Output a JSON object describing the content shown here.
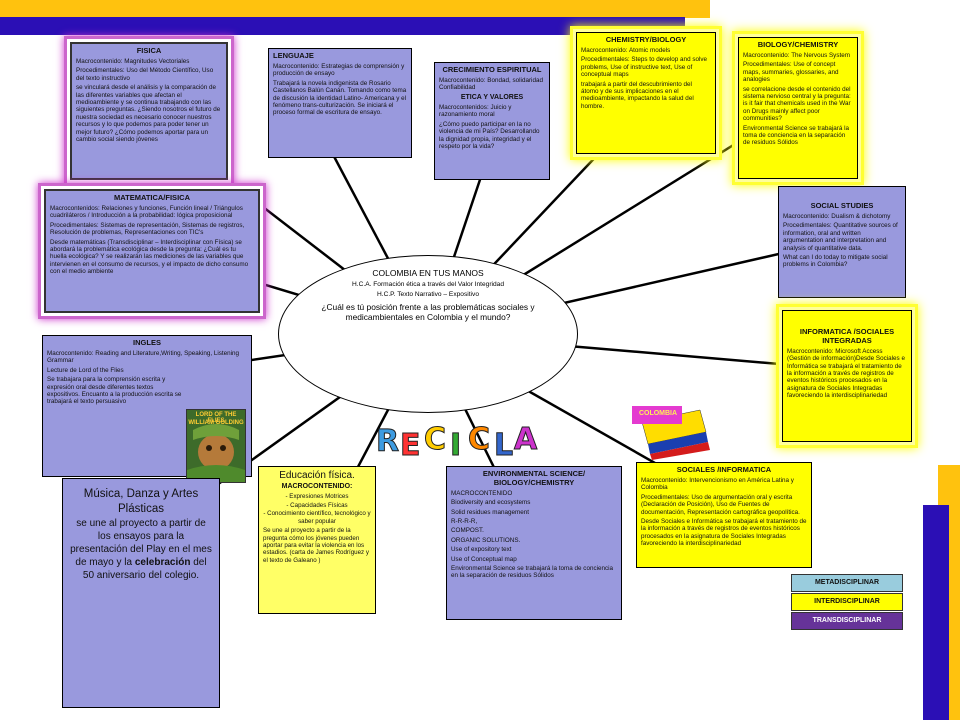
{
  "center": {
    "title": "COLOMBIA EN TUS MANOS",
    "line1": "H.C.A. Formación ética a través del Valor Integridad",
    "line2": "H.C.P. Texto Narrativo – Expositivo",
    "question": "¿Cuál es tú posición frente a las problemáticas sociales y medicambientales en Colombia y el mundo?"
  },
  "fisica": {
    "title": "FISICA",
    "lines": [
      "Macrocontenido: Magnitudes Vectoriales",
      "Procedimentales: Uso del Método Científico, Uso del texto instructivo",
      "se vinculará desde el análisis y la comparación de las diferentes variables que afectan el medioambiente y se continua trabajando con las siguientes preguntas. ¿Siendo nosotros el futuro de nuestra sociedad es necesario conocer nuestros recursos y lo que podemos para poder tener un mejor futuro? ¿Cómo podemos aportar para un cambio social siendo jóvenes"
    ]
  },
  "lenguaje": {
    "title": "LENGUAJE",
    "lines": [
      "Macrocontenido: Estrategias de comprensión y producción de ensayo",
      "Trabajará la novela indigenista de Rosario Castellanos Balún Canán. Tomando como tema de discusión la identidad Latino- Americana y el fenómeno trans-culturización. Se iniciará el proceso formal de escritura de ensayo."
    ]
  },
  "crecimiento": {
    "title": "CRECIMIENTO ESPIRITUAL",
    "lines": [
      "Macrocontenido: Bondad, solidaridad Confiabilidad",
      "ETICA Y VALORES",
      "Macrocontenidos: Juicio y razonamiento moral",
      "¿Cómo puedo participar en la no violencia de mi País? Desarrollando la dignidad propia, integridad y el respeto por la vida?"
    ]
  },
  "chembio": {
    "title": "CHEMISTRY/BIOLOGY",
    "lines": [
      "Macrocontenido: Atomic models",
      "Procedimentales: Steps to develop and solve problems, Use of instructive text, Use of conceptual maps",
      "trabajará a partir del descubrimiento del átomo y de sus implicaciones en el medioambiente, impactando la salud del hombre."
    ]
  },
  "biochem": {
    "title": "BIOLOGY/CHEMISTRY",
    "lines": [
      "Macrocontenido: The Nervous System",
      "Procedimentales: Use of concept maps, summaries, glossaries, and analogies",
      "se correlacione desde el contenido del sistema nervioso central y la pregunta: is it fair that chemicals used in the War on Drugs mainly affect poor communities?",
      "Environmental Science se trabajará la toma de conciencia en la separación de residuos Sólidos"
    ]
  },
  "matematica": {
    "title": "MATEMATICA/FISICA",
    "lines": [
      "Macrocontenidos: Relaciones y funciones, Función lineal / Triángulos cuadriláteros / Introducción a la probabilidad: lógica proposicional",
      "Procedimentales: Sistemas de representación, Sistemas de registros, Resolución de problemas, Representaciones con TIC's",
      "Desde matemáticas (Transdisciplinar – Interdisciplinar con Física) se abordará la problemática ecológica desde la pregunta: ¿Cuál es tu huella ecológica? Y se realizarán las mediciones de las variables que intervienen en el consumo de recursos, y el impacto de dicho consumo con el medio ambiente"
    ]
  },
  "social_studies": {
    "title": "SOCIAL STUDIES",
    "lines": [
      "Macrocontenido: Dualism & dichotomy",
      "Procedimentales: Quantitative sources of information, oral and written argumentation and interpretation and analysis of quantitative data.",
      "What can I do today to mitigate social problems in Colombia?"
    ]
  },
  "ingles": {
    "title": "INGLES",
    "lines": [
      "Macrocontenido: Reading and Literature,Writing, Speaking, Listening Grammar",
      "Lecture de Lord of the Flies",
      "Se trabajara para la comprensión escrita y expresión oral desde diferentes textos expositivos. Encuanto a la producción escrita se trabajará el texto persuasivo"
    ]
  },
  "book": {
    "line1": "LORD OF THE FLIES",
    "line2": "WILLIAM GOLDING"
  },
  "informatica_sociales": {
    "title": "INFORMATICA /SOCIALES INTEGRADAS",
    "lines": [
      "Macrocontenido: Microsoft Access (Gestión de información)Desde Sociales e Informática se trabajará el tratamiento de la información a través de registros de eventos históricos procesados en la asignatura de Sociales Integradas favoreciendo la interdisciplinariedad"
    ]
  },
  "flag_label": "COLOMBIA",
  "recycle_letters": [
    "R",
    "E",
    "C",
    "I",
    "C",
    "L",
    "A"
  ],
  "musica": {
    "title": "Música, Danza y Artes Plásticas",
    "pre": "se une al proyecto a partir de los ensayos para la presentación del Play en el mes de mayo y la ",
    "bold": "celebración",
    "post": " del 50 aniversario del colegio."
  },
  "edfisica": {
    "title": "Educación física.",
    "sub": "MACROCONTENIDO:",
    "lines": [
      "- Expresiones Motrices",
      "- Capacidades Físicas",
      "- Conocimiento científico, tecnológico y saber popular",
      "Se une al proyecto a partir de la pregunta cómo los jóvenes pueden aportar para evitar la violencia en los estadios. (carta de James Rodríguez y el texto de Galeano )"
    ]
  },
  "environmental": {
    "title": "ENVIRONMENTAL SCIENCE/ BIOLOGY/CHEMISTRY",
    "lines": [
      "MACROCONTENIDO",
      "Biodiversity and ecosystems",
      "Solid residues management",
      "R-R-R-R,",
      "COMPOST.",
      "ORGANIC SOLUTIONS.",
      "Use of expository text",
      "Use of Conceptual map",
      "Environmental Science se trabajará la toma de conciencia en la separación de residuos Sólidos"
    ]
  },
  "sociales_informatica": {
    "title": "SOCIALES /INFORMATICA",
    "lines": [
      "Macrocontenido: Intervencionismo en América Latina y Colombia",
      "Procedimentales: Uso de argumentación oral y escrita (Declaración de Posición), Uso de Fuentes de documentación, Representación cartográfica geopolítica.",
      "Desde Sociales e Informática se trabajará el tratamiento de la información a través de registros de eventos históricos procesados en la asignatura de Sociales Integradas favoreciendo la interdisciplinariedad"
    ]
  },
  "legend": {
    "metadisciplinar": "METADISCIPLINAR",
    "interdisciplinar": "INTERDISCIPLINAR",
    "transdisciplinar": "TRANSDISCIPLINAR"
  },
  "colors": {
    "purple": "#9999dd",
    "yellow": "#ffff00",
    "dark_blue": "#2b0fb5",
    "orange": "#ffc20e",
    "legend_meta": "#99ccdd",
    "legend_trans": "#663399"
  }
}
